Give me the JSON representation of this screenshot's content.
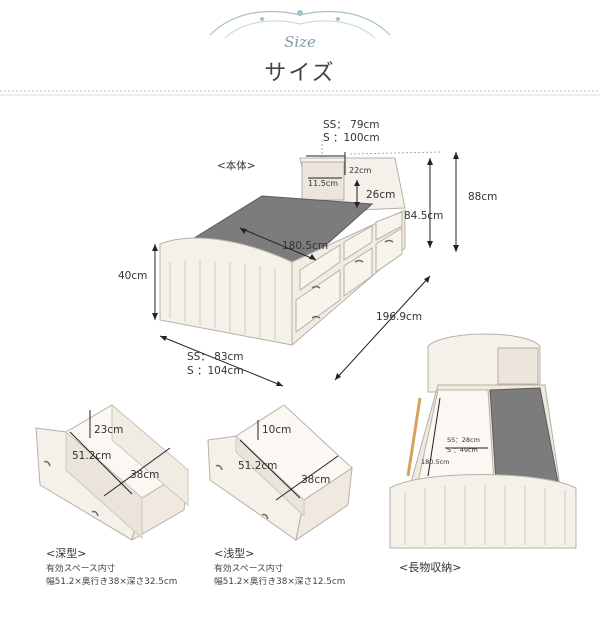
{
  "header": {
    "script_label": "Size",
    "title": "サイズ"
  },
  "main_bed": {
    "label": "<本体>",
    "width_ss": "SS： 79cm",
    "width_s": "S ：100cm",
    "dim_22": "22cm",
    "dim_11_5": "11.5cm",
    "dim_26": "26cm",
    "dim_88": "88cm",
    "dim_84_5": "84.5cm",
    "dim_180_5": "180.5cm",
    "dim_40": "40cm",
    "dim_196_9": "196.9cm",
    "footer_ss": "SS： 83cm",
    "footer_s": "S ：104cm"
  },
  "deep_drawer": {
    "dim_depth": "23cm",
    "dim_length": "51.2cm",
    "dim_width": "38cm",
    "caption_title": "<深型>",
    "caption_line1": "有効スペース内寸",
    "caption_line2": "幅51.2×奥行き38×深さ32.5cm"
  },
  "shallow_drawer": {
    "dim_depth": "10cm",
    "dim_length": "51.2cm",
    "dim_width": "38cm",
    "caption_title": "<浅型>",
    "caption_line1": "有効スペース内寸",
    "caption_line2": "幅51.2×奥行き38×深さ12.5cm"
  },
  "long_storage": {
    "inner_ss": "SS：28cm",
    "inner_s": "S ：49cm",
    "dim_180_5": "180.5cm",
    "caption_title": "<長物収納>"
  },
  "colors": {
    "accent": "#8fb3ba",
    "frame": "#f3efe9",
    "mattress": "#7a7a7a",
    "line": "#222222"
  }
}
